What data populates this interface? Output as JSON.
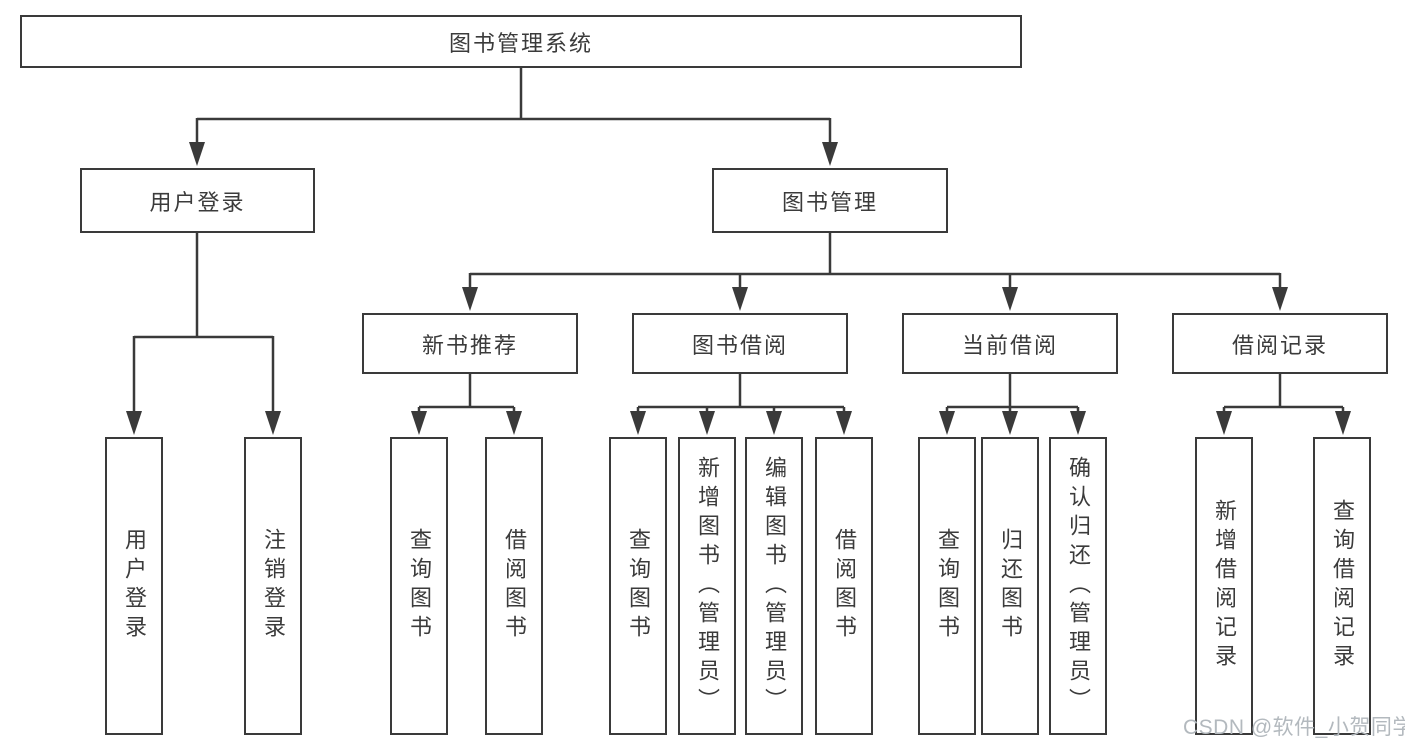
{
  "diagram": {
    "root": "图书管理系统",
    "level2": [
      "用户登录",
      "图书管理"
    ],
    "level3": [
      "新书推荐",
      "图书借阅",
      "当前借阅",
      "借阅记录"
    ],
    "subtrees": {
      "user_login": [
        "用户登录",
        "注销登录"
      ],
      "new_book_rec": [
        "查询图书",
        "借阅图书"
      ],
      "book_borrow": [
        "查询图书",
        "新增图书（管理员）",
        "编辑图书（管理员）",
        "借阅图书"
      ],
      "current_borrow": [
        "查询图书",
        "归还图书",
        "确认归还（管理员）"
      ],
      "borrow_records": [
        "新增借阅记录",
        "查询借阅记录"
      ]
    }
  },
  "colors": {
    "line": "#3a3a3a",
    "text": "#3b3b3b",
    "watermark": "#b3b9be",
    "background": "#ffffff"
  },
  "watermark": "CSDN @软件_小贺同学"
}
